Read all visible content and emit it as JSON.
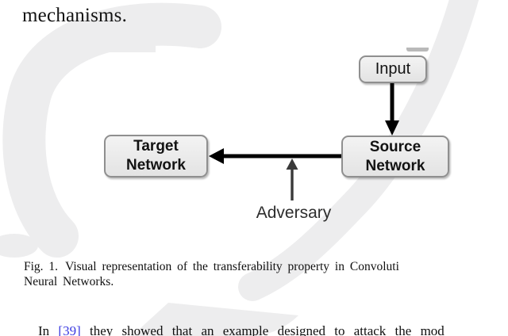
{
  "header": {
    "top_text": "mechanisms."
  },
  "diagram": {
    "input_label": "Input",
    "source_label": "Source Network",
    "target_label": "Target Network",
    "adversary_label": "Adversary",
    "arrows": [
      {
        "name": "arrow-input-to-source",
        "from": "Input",
        "to": "Source Network",
        "color": "#000000"
      },
      {
        "name": "arrow-source-to-target",
        "from": "Source Network",
        "to": "Target Network",
        "color": "#000000"
      },
      {
        "name": "arrow-adversary",
        "from": "Adversary",
        "to": "arrow-source-to-target",
        "color": "#3a3a3a"
      }
    ],
    "node_fill": "#ededed",
    "node_border": "#8f8f8f"
  },
  "caption": {
    "fig_label": "Fig. 1.",
    "text": "Visual representation of the transferability property in Convoluti",
    "line2": "Neural Networks."
  },
  "body": {
    "prefix": "In ",
    "citation": "[39]",
    "rest": " they showed that an example designed to attack the mod"
  },
  "colors": {
    "citation_blue": "#3a3ae0",
    "arrow_black": "#000000",
    "adversary_arrow_gray": "#3a3a3a",
    "watermark_gray": "#ededee",
    "box_fill_top": "#f3f3f3",
    "box_fill_bottom": "#e3e3e3",
    "box_border": "#8f8f8f"
  }
}
